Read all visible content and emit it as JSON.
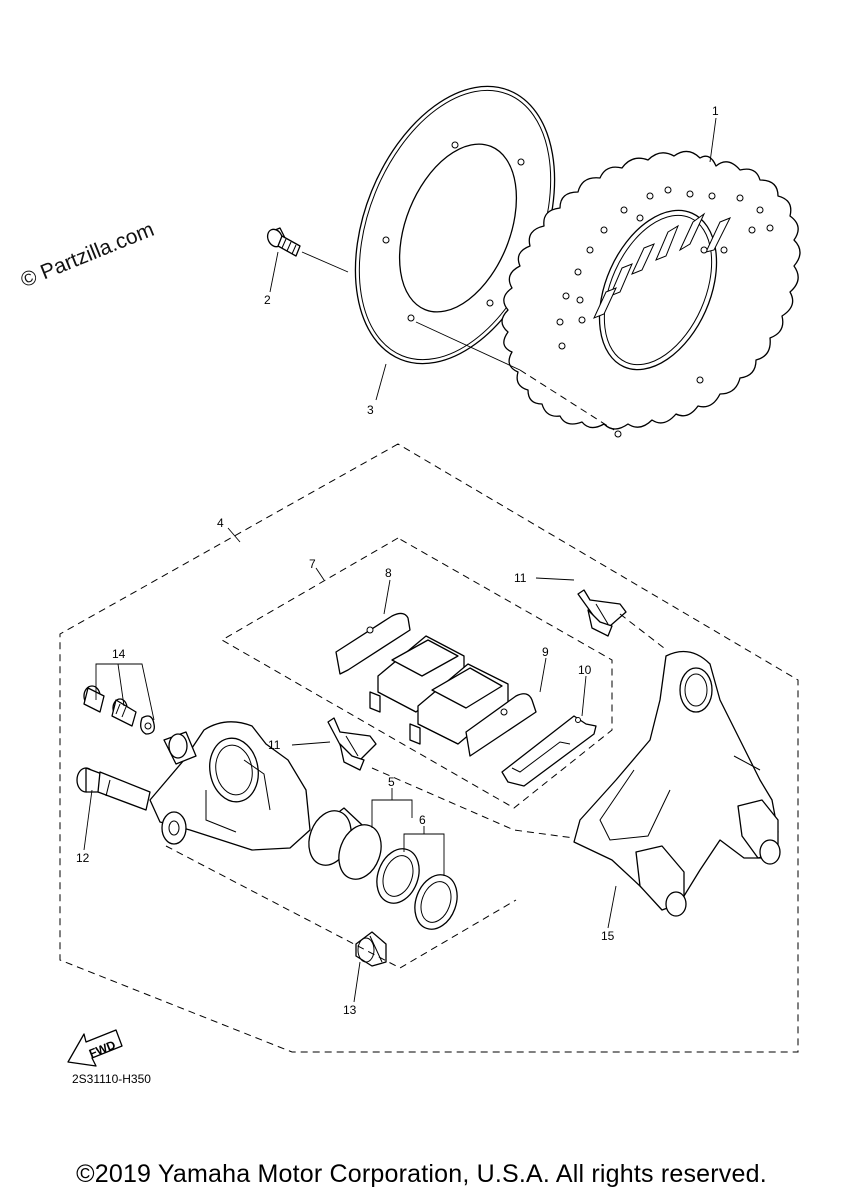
{
  "watermark": "© Partzilla.com",
  "drawing_code": "2S31110-H350",
  "copyright": "©2019 Yamaha Motor Corporation, U.S.A. All rights reserved.",
  "fwd_label": "FWD",
  "callouts": {
    "c1": "1",
    "c2": "2",
    "c3": "3",
    "c4": "4",
    "c5": "5",
    "c6": "6",
    "c7": "7",
    "c8": "8",
    "c9": "9",
    "c10": "10",
    "c11a": "11",
    "c11b": "11",
    "c12": "12",
    "c13": "13",
    "c14": "14",
    "c15": "15"
  }
}
